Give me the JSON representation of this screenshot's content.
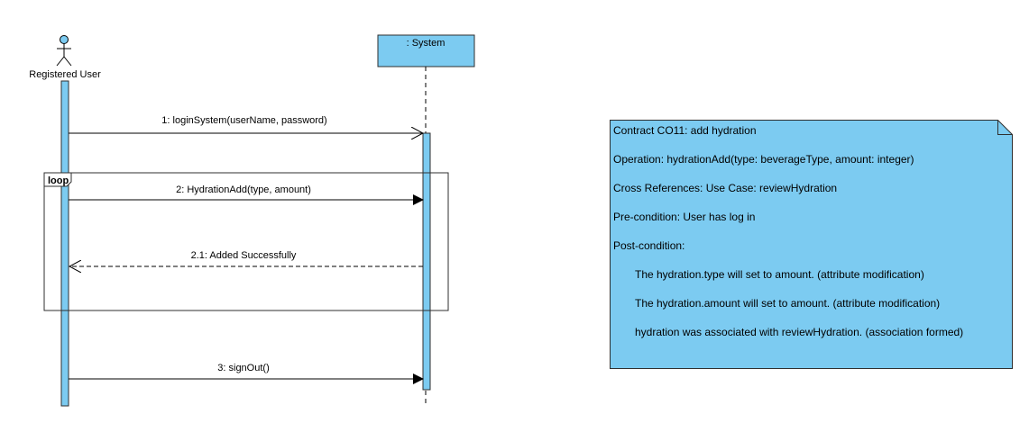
{
  "diagram": {
    "actor": {
      "label": "Registered User"
    },
    "system": {
      "label": ": System"
    },
    "loop": {
      "label": "loop"
    },
    "messages": [
      {
        "label": "1: loginSystem(userName, password)",
        "kind": "sync-open"
      },
      {
        "label": "2: HydrationAdd(type, amount)",
        "kind": "sync"
      },
      {
        "label": "2.1: Added Successfully",
        "kind": "return"
      },
      {
        "label": "3: signOut()",
        "kind": "sync"
      }
    ]
  },
  "note": {
    "lines": [
      "Contract CO11: add  hydration",
      "Operation: hydrationAdd(type: beverageType, amount: integer)",
      "Cross References: Use Case: reviewHydration",
      "Pre-condition: User has log in",
      "Post-condition:",
      "The hydration.type will set to amount. (attribute modification)",
      "The hydration.amount will set to amount. (attribute modification)",
      "hydration was associated with reviewHydration. (association formed)"
    ]
  },
  "colors": {
    "fill": "#7ccbf1",
    "stroke": "#2f2f2f",
    "background": "#ffffff"
  }
}
